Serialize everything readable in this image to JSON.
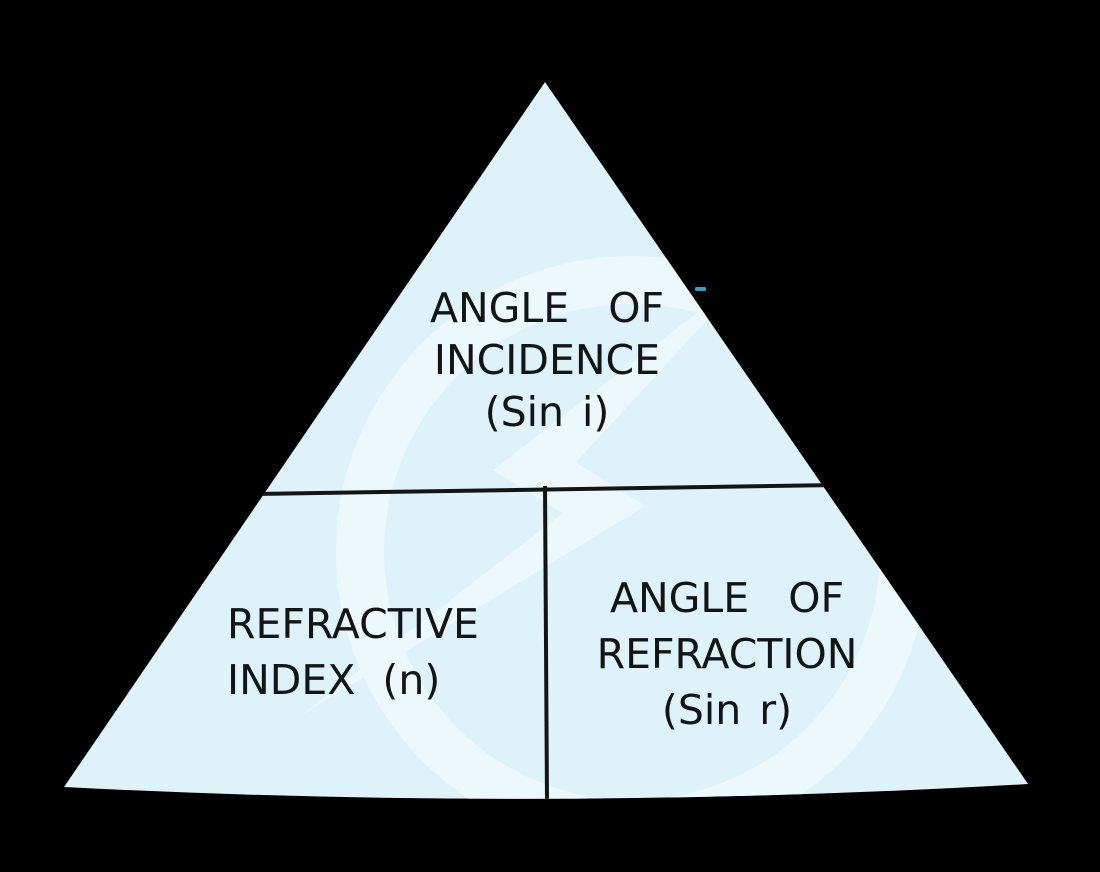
{
  "colors": {
    "background": "#000000",
    "triangle_fill": "#def3f9",
    "line_color": "#141414",
    "text_color": "#141414",
    "watermark_color": "#ecf8fc",
    "artifact_blue": "#2d9fd6"
  },
  "diagram": {
    "type": "formula-triangle",
    "topic": "refractive index (Snell's law ratio)",
    "top_section": {
      "line1": "ANGLE OF",
      "line2": "INCIDENCE",
      "line3": "(Sin i)"
    },
    "bottom_left_section": {
      "line1": "REFRACTIVE",
      "line2": "INDEX (n)"
    },
    "bottom_right_section": {
      "line1": "ANGLE OF",
      "line2": "REFRACTION",
      "line3": "(Sin r)"
    },
    "watermark": "lightning-bolt-circle-logo"
  }
}
